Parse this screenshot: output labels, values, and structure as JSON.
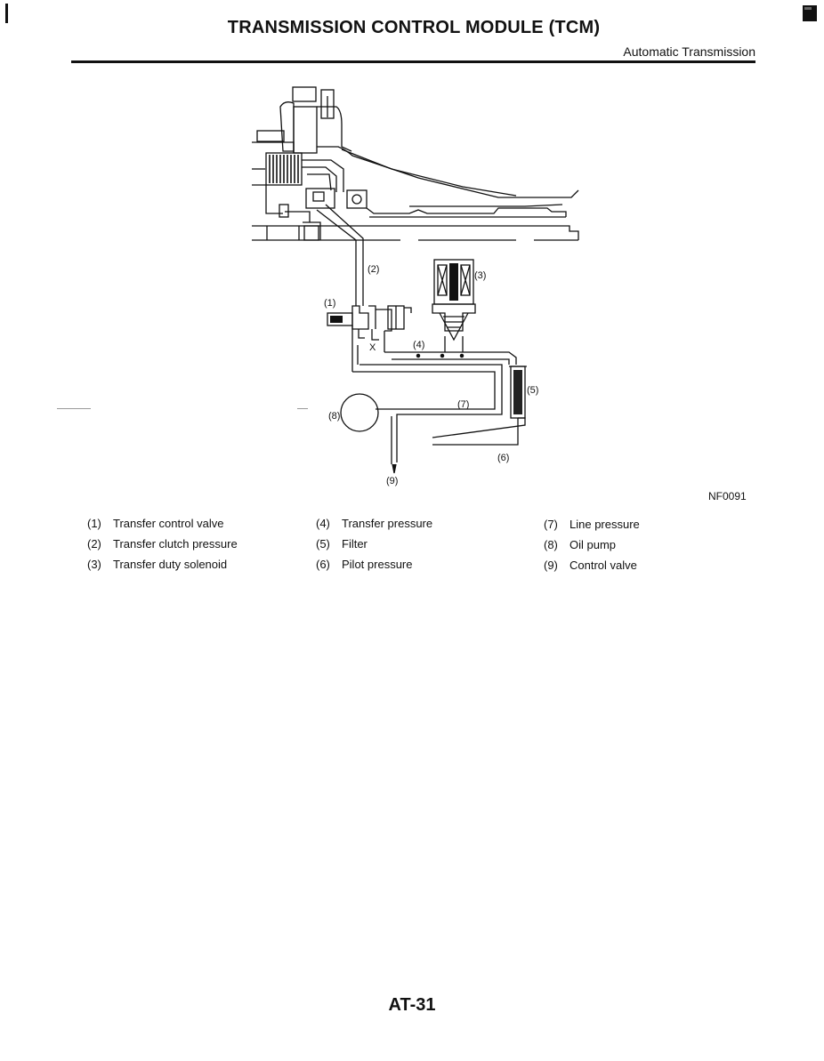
{
  "page": {
    "title": "TRANSMISSION CONTROL MODULE (TCM)",
    "subtitle": "Automatic Transmission",
    "page_number": "AT-31"
  },
  "figure": {
    "code": "NF0091",
    "labels": {
      "l1": "(1)",
      "l2": "(2)",
      "l3": "(3)",
      "l4": "(4)",
      "l5": "(5)",
      "l6": "(6)",
      "l7": "(7)",
      "l8": "(8)",
      "l9": "(9)",
      "x": "X"
    }
  },
  "legend": [
    {
      "num": "(1)",
      "text": "Transfer control valve"
    },
    {
      "num": "(2)",
      "text": "Transfer clutch pressure"
    },
    {
      "num": "(3)",
      "text": "Transfer duty solenoid"
    },
    {
      "num": "(4)",
      "text": "Transfer pressure"
    },
    {
      "num": "(5)",
      "text": "Filter"
    },
    {
      "num": "(6)",
      "text": "Pilot pressure"
    },
    {
      "num": "(7)",
      "text": "Line pressure"
    },
    {
      "num": "(8)",
      "text": "Oil pump"
    },
    {
      "num": "(9)",
      "text": "Control valve"
    }
  ]
}
